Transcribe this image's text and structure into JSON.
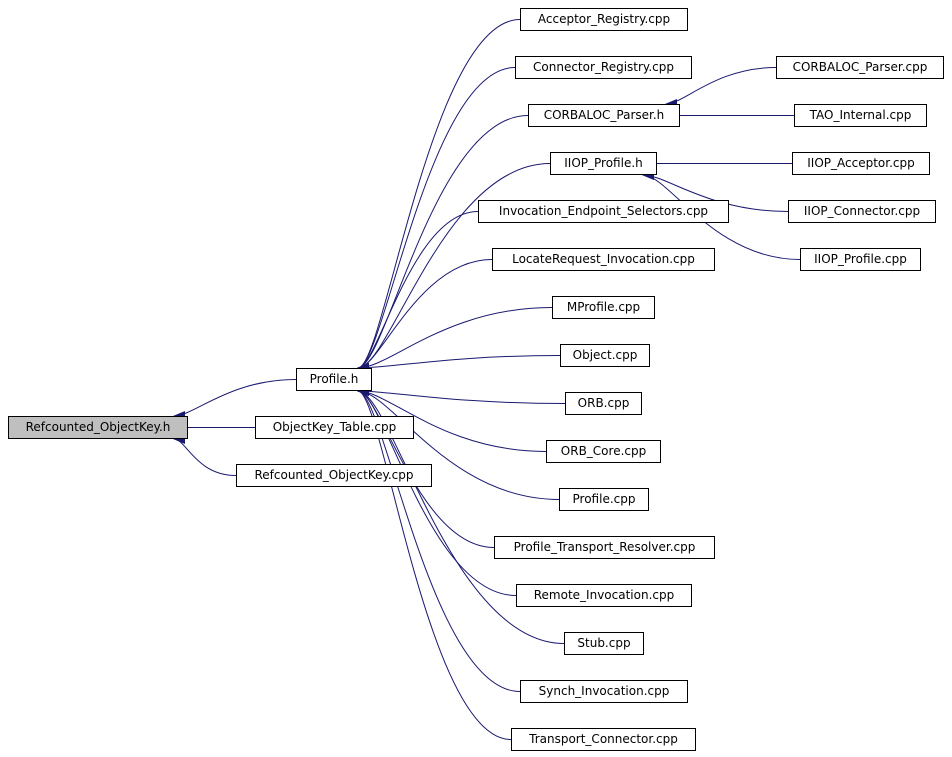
{
  "colors": {
    "edge": "#191970",
    "root_fill": "#bfbfbf",
    "node_fill": "#ffffff",
    "node_border": "#000000"
  },
  "nodes": {
    "refcounted_objectkey_h": "Refcounted_ObjectKey.h",
    "profile_h": "Profile.h",
    "objectkey_table_cpp": "ObjectKey_Table.cpp",
    "refcounted_objectkey_cpp": "Refcounted_ObjectKey.cpp",
    "acceptor_registry_cpp": "Acceptor_Registry.cpp",
    "connector_registry_cpp": "Connector_Registry.cpp",
    "corbaloc_parser_h": "CORBALOC_Parser.h",
    "corbaloc_parser_cpp": "CORBALOC_Parser.cpp",
    "tao_internal_cpp": "TAO_Internal.cpp",
    "iiop_profile_h": "IIOP_Profile.h",
    "iiop_acceptor_cpp": "IIOP_Acceptor.cpp",
    "iiop_connector_cpp": "IIOP_Connector.cpp",
    "iiop_profile_cpp": "IIOP_Profile.cpp",
    "invocation_endpoint_selectors_cpp": "Invocation_Endpoint_Selectors.cpp",
    "locaterequest_invocation_cpp": "LocateRequest_Invocation.cpp",
    "mprofile_cpp": "MProfile.cpp",
    "object_cpp": "Object.cpp",
    "orb_cpp": "ORB.cpp",
    "orb_core_cpp": "ORB_Core.cpp",
    "profile_cpp": "Profile.cpp",
    "profile_transport_resolver_cpp": "Profile_Transport_Resolver.cpp",
    "remote_invocation_cpp": "Remote_Invocation.cpp",
    "stub_cpp": "Stub.cpp",
    "synch_invocation_cpp": "Synch_Invocation.cpp",
    "transport_connector_cpp": "Transport_Connector.cpp"
  },
  "edges": [
    [
      "profile_h",
      "refcounted_objectkey_h"
    ],
    [
      "objectkey_table_cpp",
      "refcounted_objectkey_h"
    ],
    [
      "refcounted_objectkey_cpp",
      "refcounted_objectkey_h"
    ],
    [
      "acceptor_registry_cpp",
      "profile_h"
    ],
    [
      "connector_registry_cpp",
      "profile_h"
    ],
    [
      "corbaloc_parser_h",
      "profile_h"
    ],
    [
      "iiop_profile_h",
      "profile_h"
    ],
    [
      "invocation_endpoint_selectors_cpp",
      "profile_h"
    ],
    [
      "locaterequest_invocation_cpp",
      "profile_h"
    ],
    [
      "mprofile_cpp",
      "profile_h"
    ],
    [
      "object_cpp",
      "profile_h"
    ],
    [
      "orb_cpp",
      "profile_h"
    ],
    [
      "orb_core_cpp",
      "profile_h"
    ],
    [
      "profile_cpp",
      "profile_h"
    ],
    [
      "profile_transport_resolver_cpp",
      "profile_h"
    ],
    [
      "remote_invocation_cpp",
      "profile_h"
    ],
    [
      "stub_cpp",
      "profile_h"
    ],
    [
      "synch_invocation_cpp",
      "profile_h"
    ],
    [
      "transport_connector_cpp",
      "profile_h"
    ],
    [
      "corbaloc_parser_cpp",
      "corbaloc_parser_h"
    ],
    [
      "tao_internal_cpp",
      "corbaloc_parser_h"
    ],
    [
      "iiop_acceptor_cpp",
      "iiop_profile_h"
    ],
    [
      "iiop_connector_cpp",
      "iiop_profile_h"
    ],
    [
      "iiop_profile_cpp",
      "iiop_profile_h"
    ]
  ]
}
